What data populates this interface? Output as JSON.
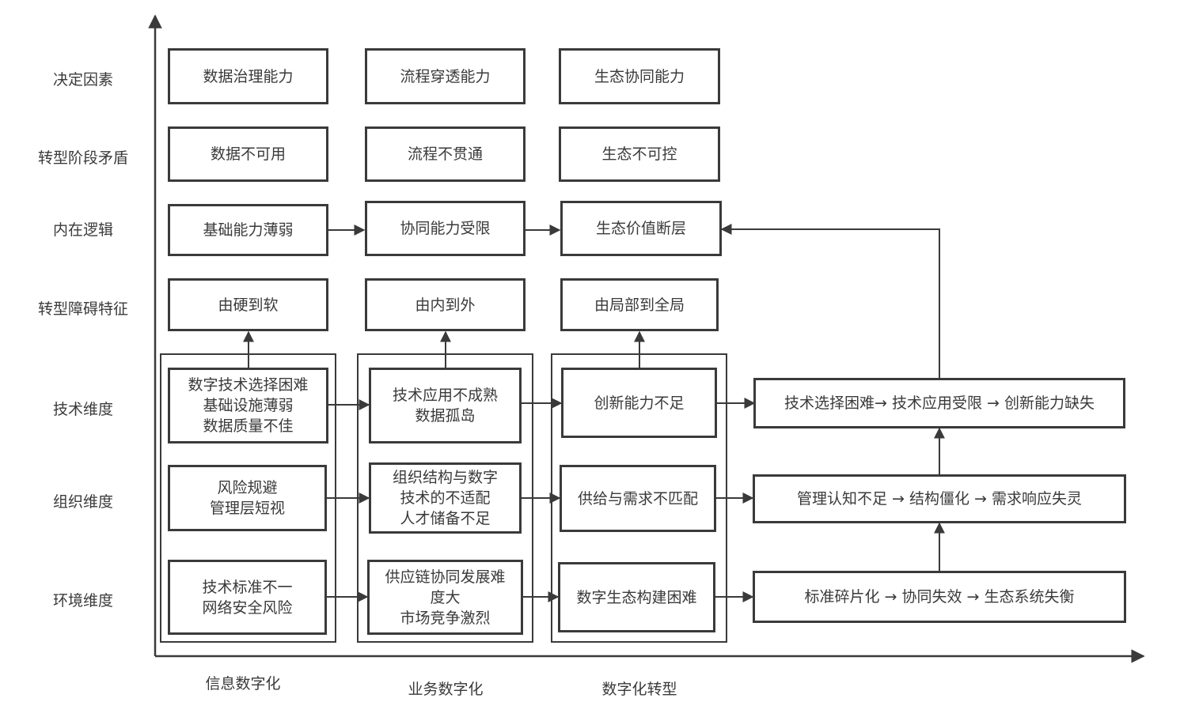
{
  "row_labels": {
    "r1": "决定因素",
    "r2": "转型阶段矛盾",
    "r3": "内在逻辑",
    "r4": "转型障碍特征",
    "r5": "技术维度",
    "r6": "组织维度",
    "r7": "环境维度"
  },
  "col_labels": {
    "c1": "信息数字化",
    "c2": "业务数字化",
    "c3": "数字化转型"
  },
  "boxes": {
    "determinant_1": "数据治理能力",
    "determinant_2": "流程穿透能力",
    "determinant_3": "生态协同能力",
    "contradiction_1": "数据不可用",
    "contradiction_2": "流程不贯通",
    "contradiction_3": "生态不可控",
    "logic_1": "基础能力薄弱",
    "logic_2": "协同能力受限",
    "logic_3": "生态价值断层",
    "feature_1": "由硬到软",
    "feature_2": "由内到外",
    "feature_3": "由局部到全局",
    "tech_1": "数字技术选择困难\n基础设施薄弱\n数据质量不佳",
    "tech_2": "技术应用不成熟\n数据孤岛",
    "tech_3": "创新能力不足",
    "tech_chain": "技术选择困难→ 技术应用受限 → 创新能力缺失",
    "org_1": "风险规避\n管理层短视",
    "org_2": "组织结构与数字\n技术的不适配\n人才储备不足",
    "org_3": "供给与需求不匹配",
    "org_chain": "管理认知不足 → 结构僵化 → 需求响应失灵",
    "env_1": "技术标准不一\n网络安全风险",
    "env_2": "供应链协同发展难\n度大\n市场竞争激烈",
    "env_3": "数字生态构建困难",
    "env_chain": "标准碎片化 → 协同失效 → 生态系统失衡"
  },
  "colors": {
    "stroke": "#3a3a3a",
    "background": "#ffffff",
    "text": "#3a3a3a"
  }
}
